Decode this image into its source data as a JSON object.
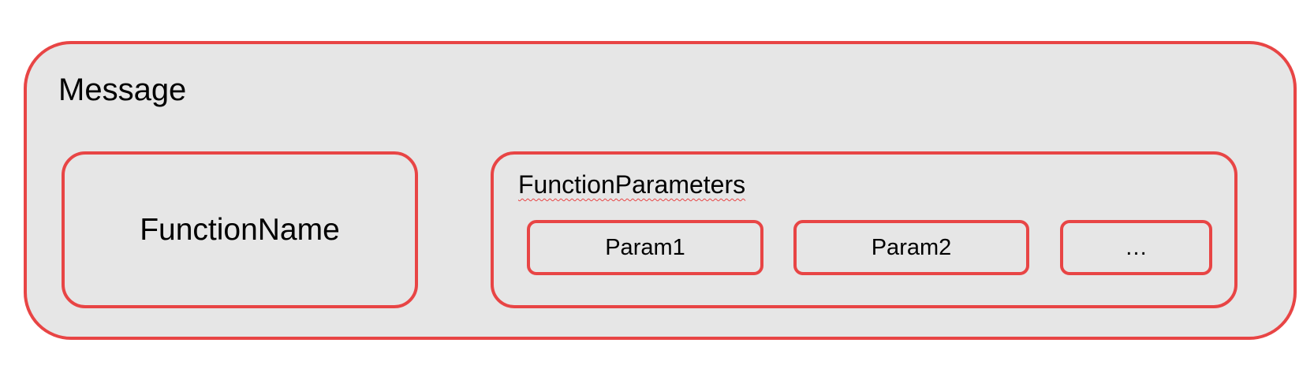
{
  "colors": {
    "border": "#e84545",
    "fill": "#e6e6e6",
    "text": "#000000"
  },
  "message": {
    "label": "Message"
  },
  "function_name": {
    "label": "FunctionName"
  },
  "function_parameters": {
    "label": "FunctionParameters",
    "params": [
      {
        "label": "Param1"
      },
      {
        "label": "Param2"
      },
      {
        "label": "…"
      }
    ]
  }
}
